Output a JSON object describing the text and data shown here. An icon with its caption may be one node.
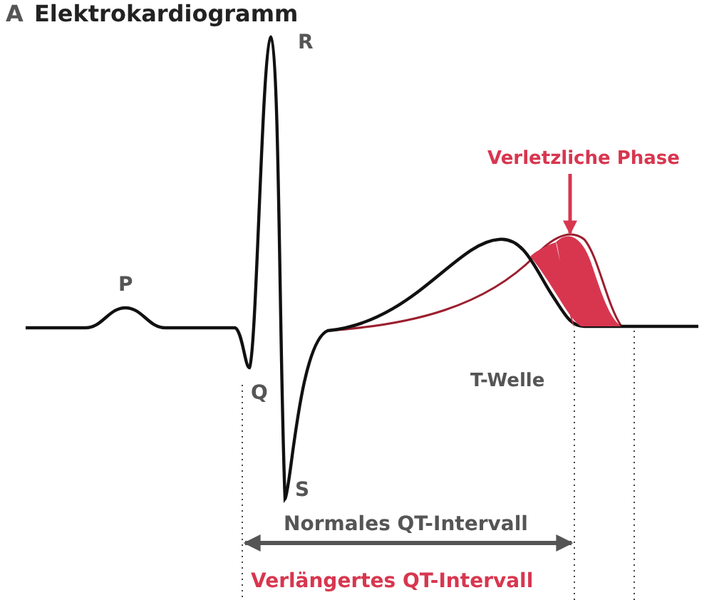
{
  "diagram": {
    "title": "Elektrokardiogramm",
    "nodes": [
      {
        "text": [
          "Verletzliche Phase"
        ]
      },
      {
        "text": [],
        "shape": "area"
      }
    ],
    "edges": [
      {
        "from": 0,
        "to": 1,
        "arrow": "to",
        "color": "#d8364f"
      }
    ],
    "labels": [
      "A",
      "R",
      "P",
      "Q",
      "T-Welle",
      "S",
      "Normales QT-Intervall",
      "Verlängertes QT-Intervall"
    ]
  }
}
